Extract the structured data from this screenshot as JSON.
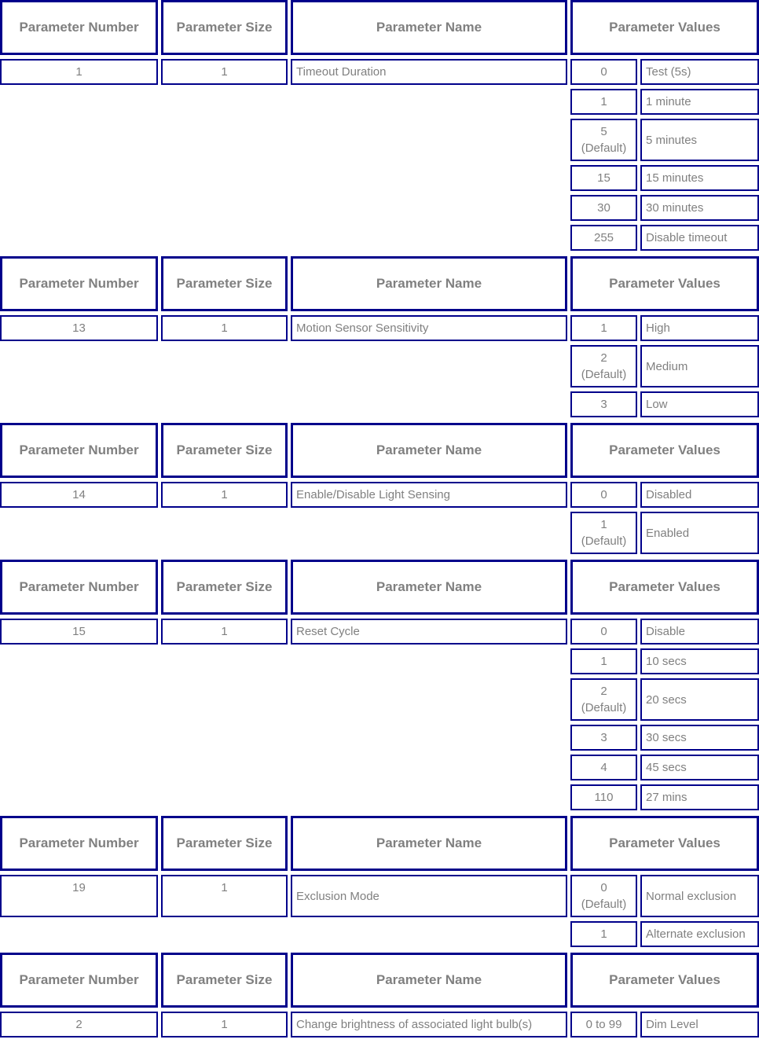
{
  "colors": {
    "border": "#00008B",
    "text": "#808080",
    "background": "#ffffff"
  },
  "column_headers": {
    "number": "Parameter Number",
    "size": "Parameter Size",
    "name": "Parameter Name",
    "values": "Parameter Values"
  },
  "tables": [
    {
      "number": "1",
      "size": "1",
      "name": "Timeout Duration",
      "values": [
        {
          "value": "0",
          "desc": "Test (5s)"
        },
        {
          "value": "1",
          "desc": "1 minute"
        },
        {
          "value": "5\n(Default)",
          "desc": "5 minutes"
        },
        {
          "value": "15",
          "desc": "15 minutes"
        },
        {
          "value": "30",
          "desc": "30 minutes"
        },
        {
          "value": "255",
          "desc": "Disable timeout"
        }
      ]
    },
    {
      "number": "13",
      "size": "1",
      "name": "Motion Sensor Sensitivity",
      "values": [
        {
          "value": "1",
          "desc": "High"
        },
        {
          "value": "2\n(Default)",
          "desc": "Medium"
        },
        {
          "value": "3",
          "desc": "Low"
        }
      ]
    },
    {
      "number": "14",
      "size": "1",
      "name": "Enable/Disable Light Sensing",
      "values": [
        {
          "value": "0",
          "desc": "Disabled"
        },
        {
          "value": "1\n(Default)",
          "desc": "Enabled"
        }
      ]
    },
    {
      "number": "15",
      "size": "1",
      "name": "Reset Cycle",
      "values": [
        {
          "value": "0",
          "desc": "Disable"
        },
        {
          "value": "1",
          "desc": "10 secs"
        },
        {
          "value": "2\n(Default)",
          "desc": "20 secs"
        },
        {
          "value": "3",
          "desc": "30 secs"
        },
        {
          "value": "4",
          "desc": "45 secs"
        },
        {
          "value": "110",
          "desc": "27 mins"
        }
      ]
    },
    {
      "number": "19",
      "size": "1",
      "name": "Exclusion Mode",
      "values": [
        {
          "value": "0\n(Default)",
          "desc": "Normal exclusion"
        },
        {
          "value": "1",
          "desc": "Alternate exclusion"
        }
      ]
    },
    {
      "number": "2",
      "size": "1",
      "name": "Change brightness of associated light bulb(s)",
      "values": [
        {
          "value": "0 to 99",
          "desc": "Dim Level"
        }
      ]
    }
  ]
}
